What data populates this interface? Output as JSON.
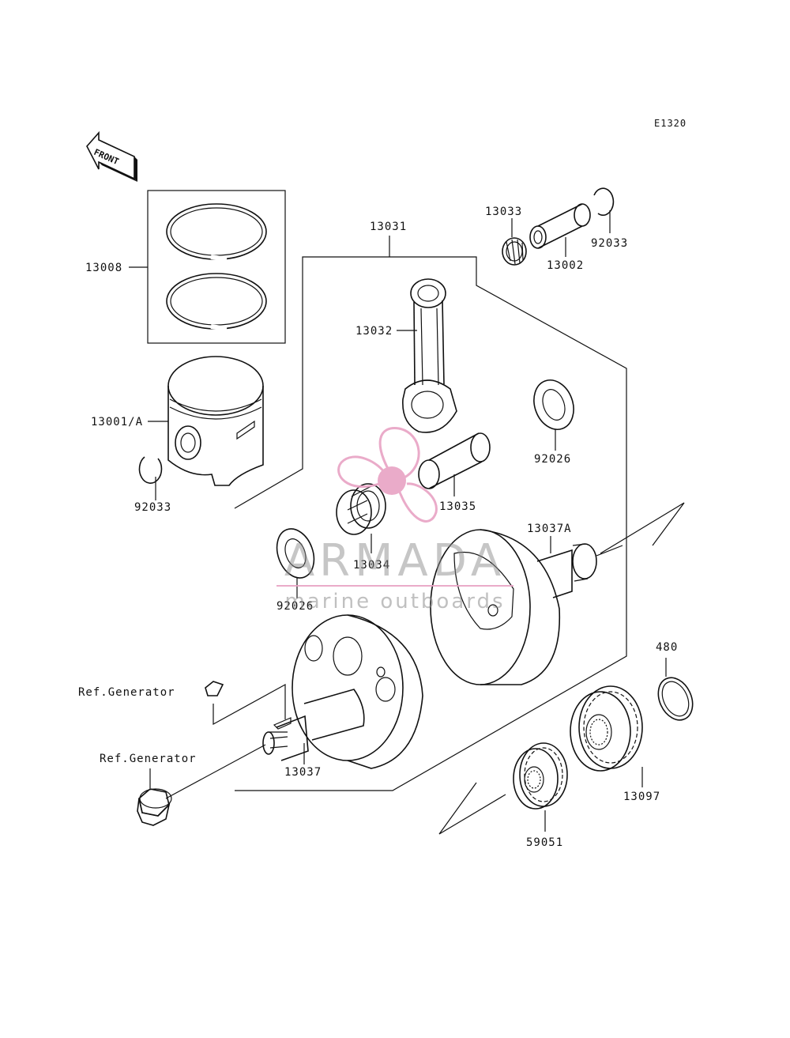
{
  "diagram": {
    "code": "E1320",
    "front_label": "FRONT",
    "parts": [
      {
        "id": "13008"
      },
      {
        "id": "13001/A"
      },
      {
        "id": "92033-left",
        "label": "92033"
      },
      {
        "id": "13031"
      },
      {
        "id": "13033"
      },
      {
        "id": "13002"
      },
      {
        "id": "92033-right",
        "label": "92033"
      },
      {
        "id": "13032"
      },
      {
        "id": "92026-right",
        "label": "92026"
      },
      {
        "id": "13035"
      },
      {
        "id": "13034"
      },
      {
        "id": "92026-left",
        "label": "92026"
      },
      {
        "id": "13037A"
      },
      {
        "id": "480"
      },
      {
        "id": "13037"
      },
      {
        "id": "13097"
      },
      {
        "id": "59051"
      },
      {
        "id": "ref-generator-1",
        "label": "Ref.Generator"
      },
      {
        "id": "ref-generator-2",
        "label": "Ref.Generator"
      }
    ]
  },
  "watermark": {
    "brand": "ARMADA",
    "tagline": "marine outboards",
    "color": "#e8a2c4"
  }
}
